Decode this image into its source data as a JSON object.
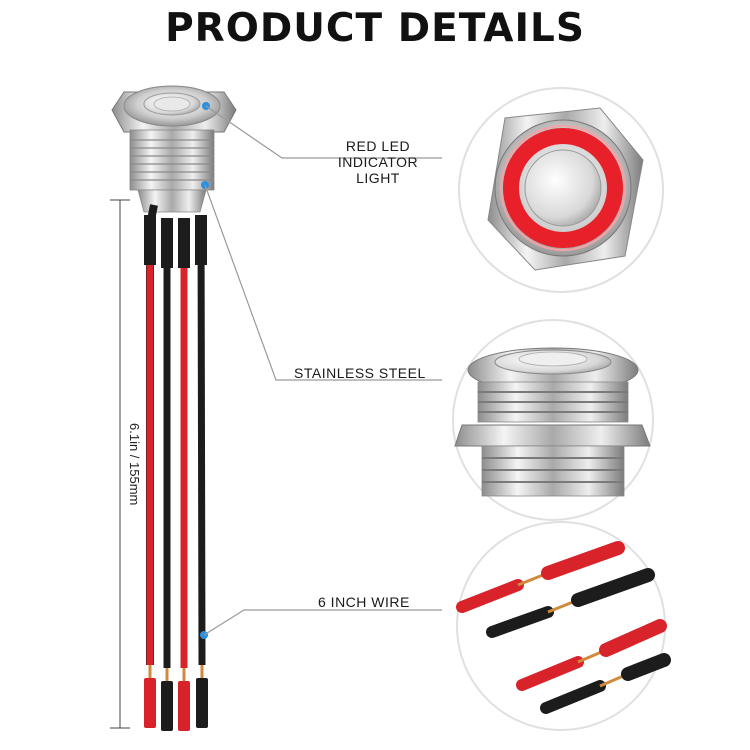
{
  "title": "PRODUCT DETAILS",
  "callouts": {
    "led": {
      "line1": "RED LED",
      "line2": "INDICATOR LIGHT"
    },
    "steel": "STAINLESS STEEL",
    "wire": "6 INCH WIRE"
  },
  "dimension": "6.1in / 155mm",
  "colors": {
    "led_red": "#e8202a",
    "wire_red": "#d8232a",
    "wire_black": "#1c1c1c",
    "leader": "#9a9a9a",
    "marker_blue": "#2d8fe0"
  }
}
